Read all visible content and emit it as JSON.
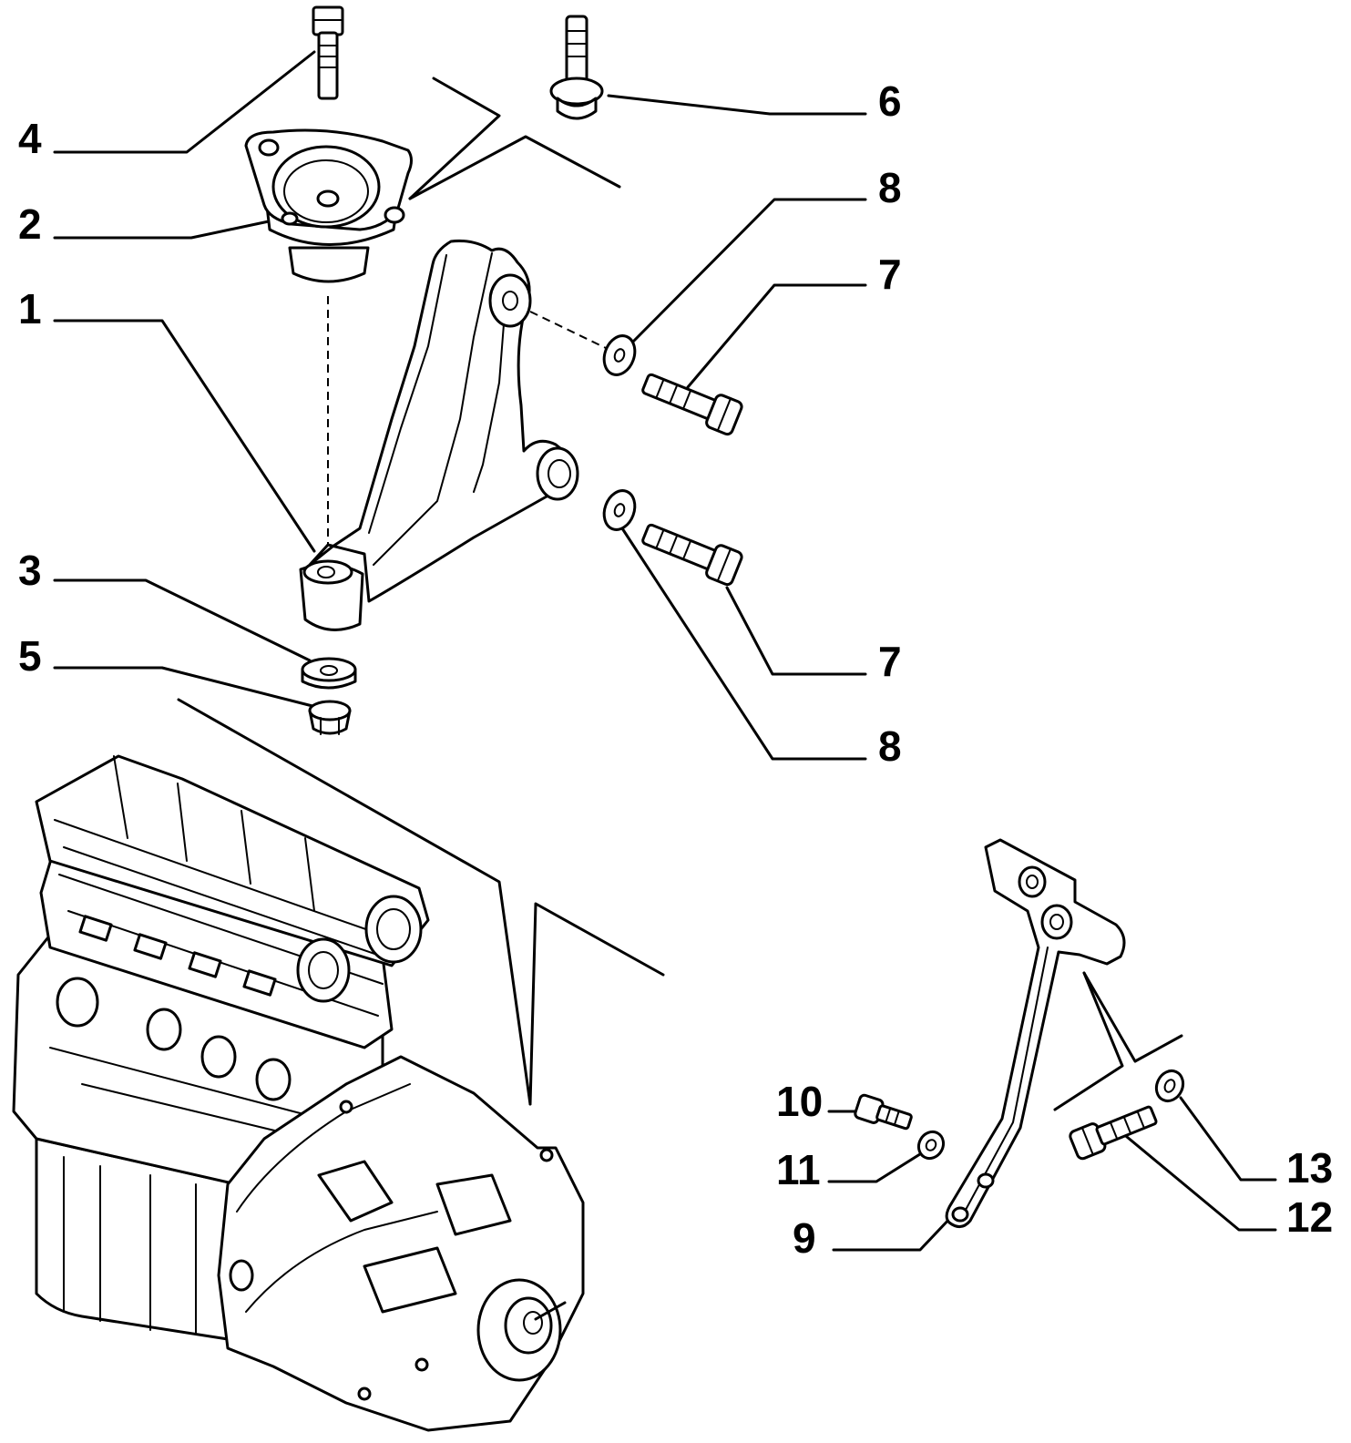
{
  "diagram": {
    "callouts": [
      {
        "id": "c4",
        "label": "4"
      },
      {
        "id": "c2",
        "label": "2"
      },
      {
        "id": "c1",
        "label": "1"
      },
      {
        "id": "c3",
        "label": "3"
      },
      {
        "id": "c5",
        "label": "5"
      },
      {
        "id": "c6",
        "label": "6"
      },
      {
        "id": "c8a",
        "label": "8"
      },
      {
        "id": "c7a",
        "label": "7"
      },
      {
        "id": "c7b",
        "label": "7"
      },
      {
        "id": "c8b",
        "label": "8"
      },
      {
        "id": "c10",
        "label": "10"
      },
      {
        "id": "c11",
        "label": "11"
      },
      {
        "id": "c9",
        "label": "9"
      },
      {
        "id": "c13",
        "label": "13"
      },
      {
        "id": "c12",
        "label": "12"
      }
    ]
  }
}
